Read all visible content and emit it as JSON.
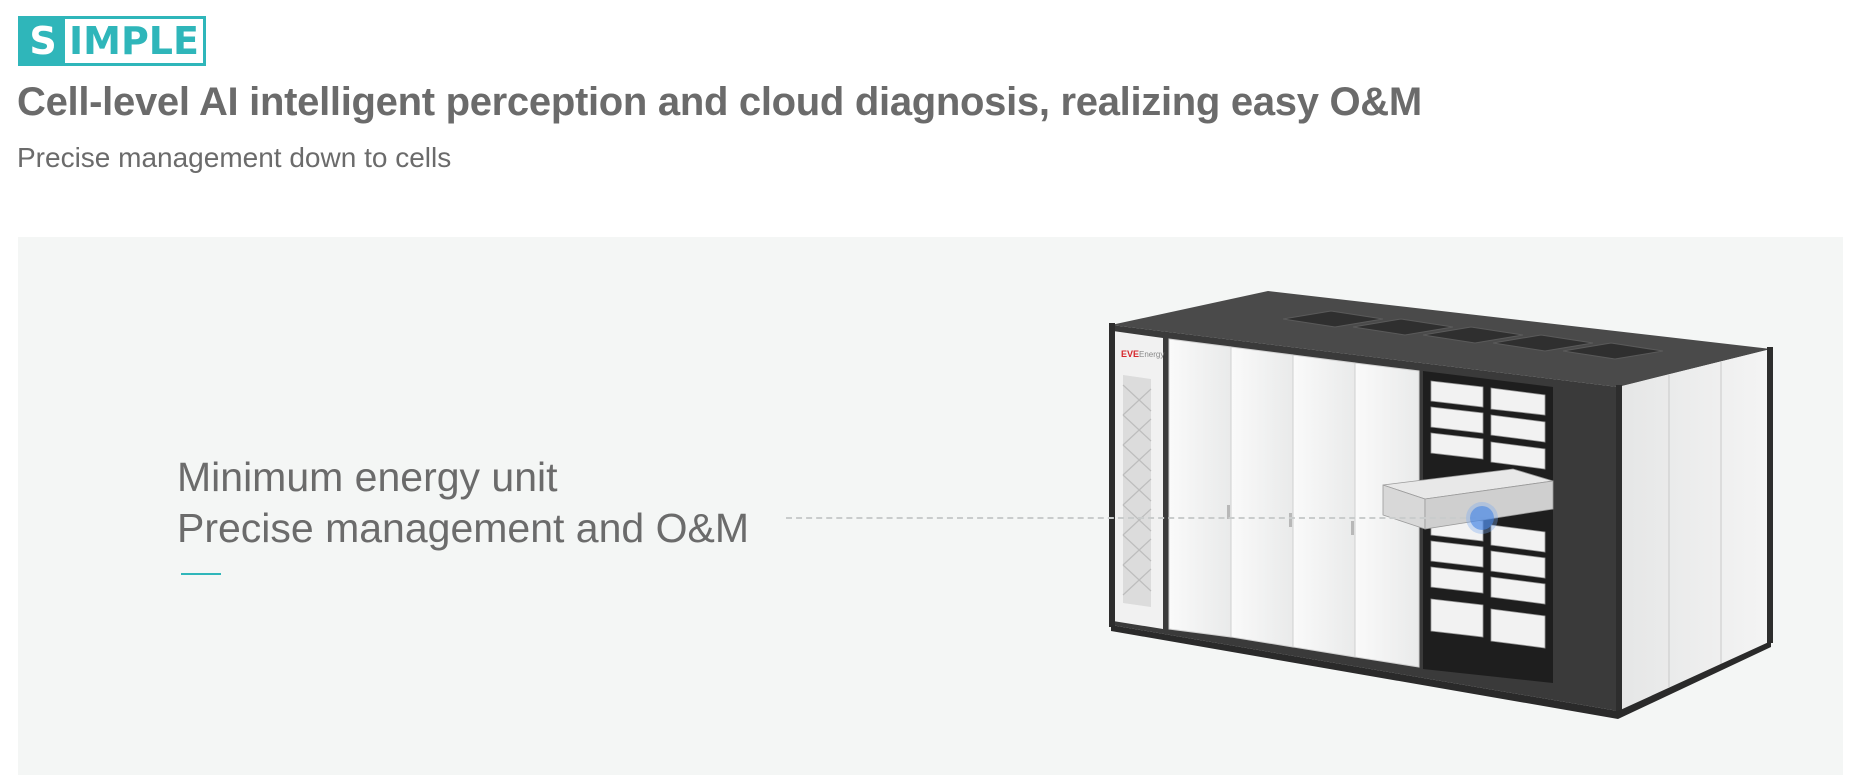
{
  "header": {
    "logo_first_letter": "S",
    "logo_rest": "IMPLE",
    "headline": "Cell-level AI intelligent perception and cloud diagnosis, realizing easy O&M",
    "subline": "Precise management down to cells"
  },
  "feature": {
    "line1": "Minimum energy unit",
    "line2": "Precise management and O&M"
  },
  "product": {
    "brand_label": "EVE Energy"
  },
  "colors": {
    "accent": "#2fb6ba",
    "text": "#6b6b6b",
    "panel_bg": "#f4f6f5",
    "hotspot": "#5a8fe6"
  }
}
